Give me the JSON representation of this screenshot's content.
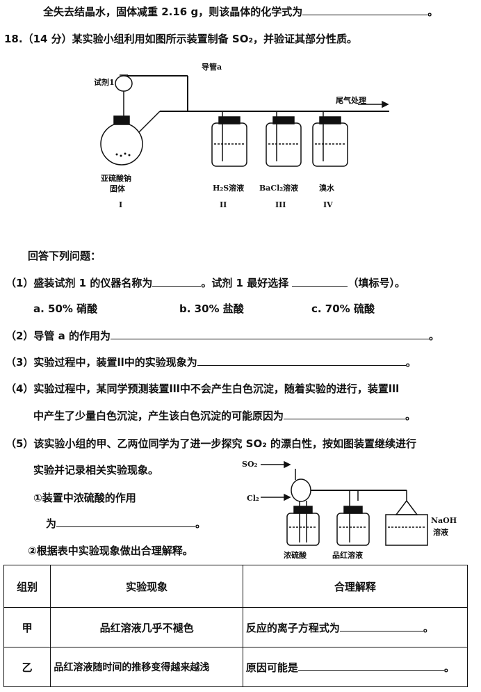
{
  "q17_tail": {
    "text": "全失去结晶水，固体减重 2.16 g，则该晶体的化学式为"
  },
  "q18": {
    "header": "18.（14 分）某实验小组利用如图所示装置制备 SO₂，并验证其部分性质。",
    "figure1": {
      "label_tube": "导管a",
      "label_reagent": "试剂1",
      "label_exhaust": "尾气处理",
      "label_solid_1": "亚硫酸钠",
      "label_solid_2": "固体",
      "label_II": "H₂S溶液",
      "label_III": "BaCl₂溶液",
      "label_IV": "溴水",
      "roman_I": "I",
      "roman_II": "II",
      "roman_III": "III",
      "roman_IV": "IV"
    },
    "answer_intro": "回答下列问题：",
    "q1_a": "（1）盛装试剂 1 的仪器名称为",
    "q1_b": "。试剂 1 最好选择",
    "q1_c": "（填标号）。",
    "opt_a": "a. 50%  硝酸",
    "opt_b": "b. 30%  盐酸",
    "opt_c": "c. 70%  硫酸",
    "q2": "（2）导管 a 的作用为",
    "q3": "（3）实验过程中，装置ll中的实验现象为",
    "q4_line1": "（4）实验过程中，某同学预测装置lll中不会产生白色沉淀，随着实验的进行，装置lll",
    "q4_line2": "中产生了少量白色沉淀，产生该白色沉淀的可能原因为",
    "q5_line1": "（5）该实验小组的甲、乙两位同学为了进一步探究 SO₂ 的漂白性，按如图装置继续进行",
    "q5_line2": "实验并记录相关实验现象。",
    "q5_sub1_a": "①装置中浓硫酸的作用",
    "q5_sub1_b": "为",
    "q5_sub2": "②根据表中实验现象做出合理解释。",
    "figure2": {
      "label_so2": "SO₂",
      "label_cl2": "Cl₂",
      "label_naoh_1": "NaOH",
      "label_naoh_2": "溶液",
      "label_h2so4": "浓硫酸",
      "label_pinhong": "品红溶液"
    },
    "period": "。",
    "table": {
      "headers": [
        "组别",
        "实验现象",
        "合理解释"
      ],
      "rows": [
        [
          "甲",
          "品红溶液几乎不褪色",
          "反应的离子方程式为"
        ],
        [
          "乙",
          "品红溶液随时间的推移变得越来越浅",
          "原因可能是"
        ]
      ]
    }
  }
}
